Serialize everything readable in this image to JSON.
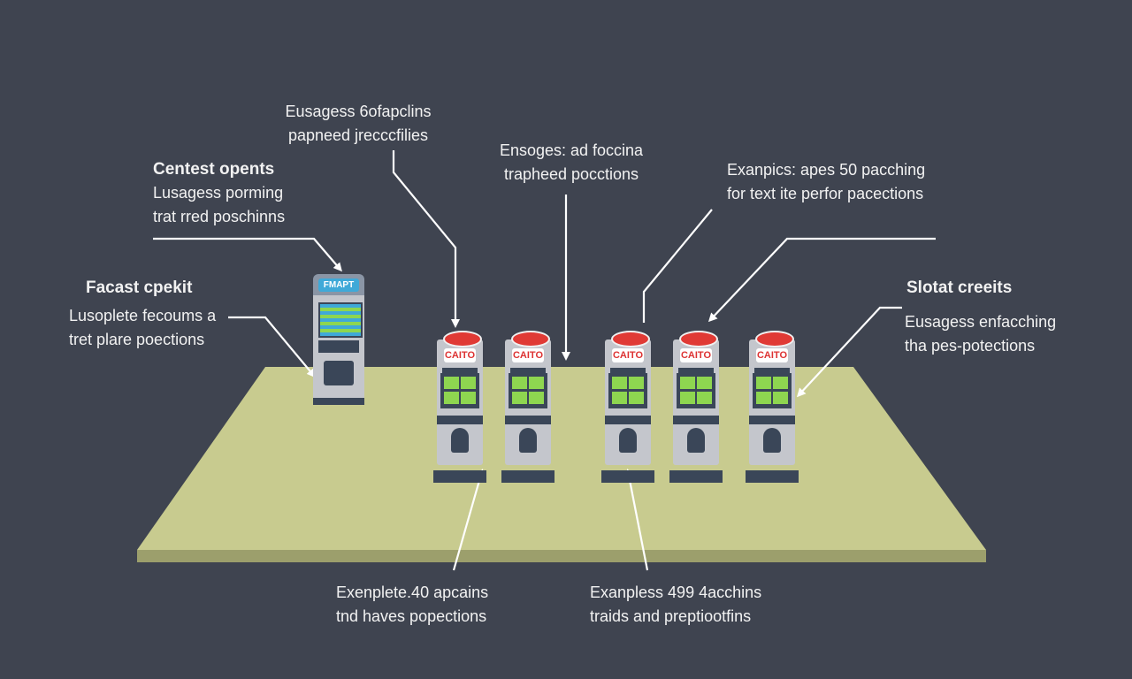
{
  "labels": {
    "top_left_center": {
      "line1": "Eusagess 6ofapclins",
      "line2": "papneed jrecccfilies"
    },
    "contest": {
      "title": "Centest opents",
      "line1": "Lusagess porming",
      "line2": "trat rred poschinns"
    },
    "facast": {
      "title": "Facast cpekit",
      "line1": "Lusoplete fecoums a",
      "line2": "tret plare poections"
    },
    "top_center": {
      "line1": "Ensoges: ad foccina",
      "line2": "trapheed pocctions"
    },
    "top_right": {
      "line1": "Exanpics: apes 50 pacching",
      "line2": "for text ite perfor pacections"
    },
    "slotat": {
      "title": "Slotat creeits",
      "line1": "Eusagess enfacching",
      "line2": "tha pes-potections"
    },
    "bottom_left": {
      "line1": "Exenplete.40 apcains",
      "line2": "tnd haves popections"
    },
    "bottom_right": {
      "line1": "Exanpless 499 4acchins",
      "line2": "traids and preptiootfins"
    }
  },
  "kiosk": {
    "sign": "FMAPT"
  },
  "machines": [
    {
      "brand": "CAITO"
    },
    {
      "brand": "CAITO"
    },
    {
      "brand": "CAITO"
    },
    {
      "brand": "CAITO"
    },
    {
      "brand": "CAITO"
    }
  ],
  "colors": {
    "background": "#3f4450",
    "floor": "#c8cb8f",
    "accent_red": "#e03a35",
    "screen_green": "#8ed650"
  }
}
